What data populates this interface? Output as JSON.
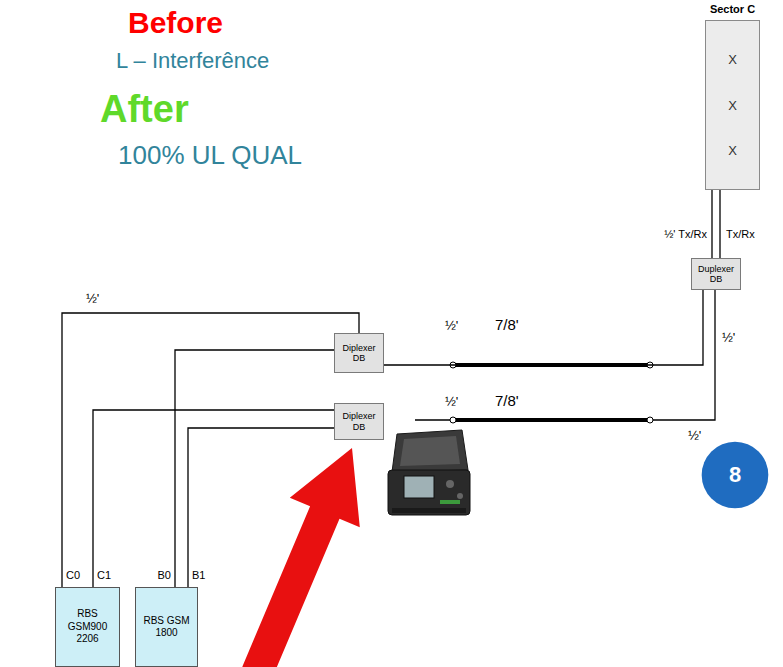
{
  "diagram": {
    "nodes": [
      {
        "text": [
          "Sector C",
          "X",
          "X",
          "X"
        ]
      },
      {
        "text": [
          "Duplexer DB"
        ]
      },
      {
        "text": [
          "Diplexer DB"
        ]
      },
      {
        "text": [
          "Diplexer DB"
        ]
      },
      {
        "text": [
          "8"
        ]
      },
      {
        "text": [
          "RBS GSM900 2206"
        ]
      },
      {
        "text": [
          "RBS GSM 1800"
        ]
      }
    ],
    "edges": [
      {
        "from": 0,
        "to": 1,
        "arrow": "none"
      },
      {
        "from": 0,
        "to": 1,
        "arrow": "none"
      },
      {
        "from": 1,
        "to": 2,
        "arrow": "none"
      },
      {
        "from": 2,
        "to": 5,
        "arrow": "none"
      },
      {
        "from": 2,
        "to": 6,
        "arrow": "none"
      },
      {
        "from": 3,
        "to": 5,
        "arrow": "none"
      },
      {
        "from": 3,
        "to": 6,
        "arrow": "none"
      }
    ],
    "labels": [
      "Before",
      "L – Interferênce",
      "After",
      "100% UL QUAL",
      "½' Tx/Rx",
      "Tx/Rx",
      "½'",
      "½'",
      "7/8'",
      "½'",
      "½'",
      "7/8'",
      "½'",
      "C0",
      "C1",
      "B0",
      "B1"
    ]
  }
}
